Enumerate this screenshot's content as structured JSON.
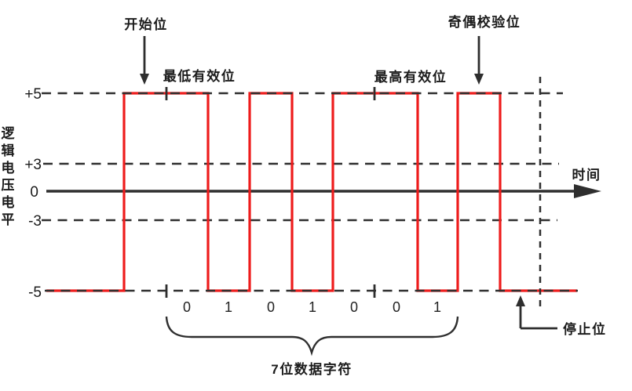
{
  "diagram": {
    "type": "serial-data-frame-voltage-waveform",
    "colors": {
      "signal": "#ee1c1c",
      "lines": "#2e2e2e",
      "text": "#1b1b1b",
      "background": "#ffffff"
    },
    "y_axis": {
      "title_chars": [
        "逻",
        "辑",
        "电",
        "压",
        "电",
        "平"
      ],
      "levels": [
        {
          "label": "+5"
        },
        {
          "label": "+3"
        },
        {
          "label": "0"
        },
        {
          "label": "-3"
        },
        {
          "label": "-5"
        }
      ]
    },
    "x_axis": {
      "label": "时间"
    },
    "annotations": {
      "start_bit": "开始位",
      "lsb": "最低有效位",
      "msb": "最高有效位",
      "parity_bit": "奇偶校验位",
      "stop_bit": "停止位",
      "data_char": "7位数据字符"
    },
    "data_bits": [
      "0",
      "1",
      "0",
      "1",
      "0",
      "0",
      "1"
    ],
    "frame": {
      "idle_level": "-5",
      "start_bit_level": "+5",
      "data_bit_levels": [
        "+5",
        "-5",
        "+5",
        "-5",
        "+5",
        "+5",
        "-5"
      ],
      "parity_bit_level": "+5",
      "stop_bit_level": "-5"
    }
  }
}
